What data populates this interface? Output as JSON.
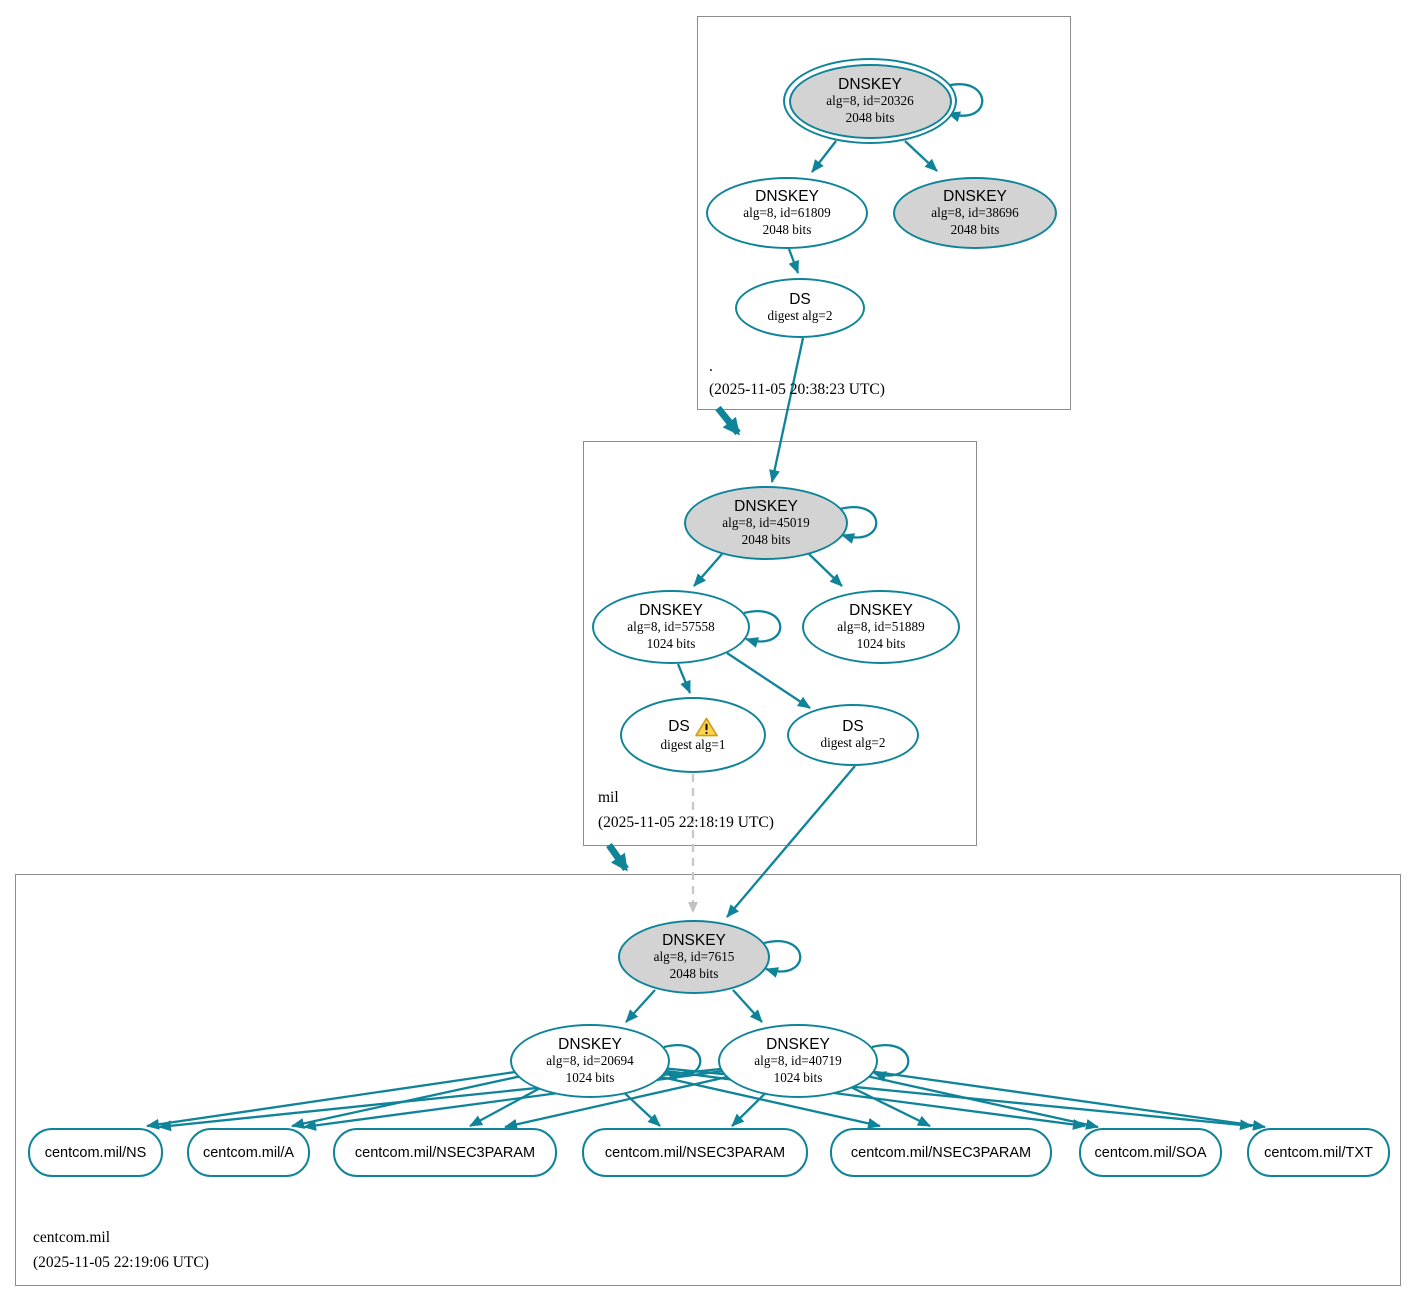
{
  "colors": {
    "secure_teal": "#0f8499",
    "key_gray_fill": "#d3d3d3",
    "warning_yellow": "#ffd34d",
    "insecure_dashed_gray": "#c8c8c8"
  },
  "zones": [
    {
      "label": ".",
      "timestamp": "(2025-11-05 20:38:23 UTC)",
      "nodes": {
        "ksk": {
          "title": "DNSKEY",
          "alg": "alg=8, id=20326",
          "bits": "2048 bits"
        },
        "zsk": {
          "title": "DNSKEY",
          "alg": "alg=8, id=61809",
          "bits": "2048 bits"
        },
        "published": {
          "title": "DNSKEY",
          "alg": "alg=8, id=38696",
          "bits": "2048 bits"
        },
        "ds": {
          "title": "DS",
          "detail": "digest alg=2"
        }
      }
    },
    {
      "label": "mil",
      "timestamp": "(2025-11-05 22:18:19 UTC)",
      "nodes": {
        "ksk": {
          "title": "DNSKEY",
          "alg": "alg=8, id=45019",
          "bits": "2048 bits"
        },
        "zsk1": {
          "title": "DNSKEY",
          "alg": "alg=8, id=57558",
          "bits": "1024 bits"
        },
        "zsk2": {
          "title": "DNSKEY",
          "alg": "alg=8, id=51889",
          "bits": "1024 bits"
        },
        "ds1": {
          "title": "DS",
          "detail": "digest alg=1",
          "warning": true
        },
        "ds2": {
          "title": "DS",
          "detail": "digest alg=2"
        }
      }
    },
    {
      "label": "centcom.mil",
      "timestamp": "(2025-11-05 22:19:06 UTC)",
      "nodes": {
        "ksk": {
          "title": "DNSKEY",
          "alg": "alg=8, id=7615",
          "bits": "2048 bits"
        },
        "zsk1": {
          "title": "DNSKEY",
          "alg": "alg=8, id=20694",
          "bits": "1024 bits"
        },
        "zsk2": {
          "title": "DNSKEY",
          "alg": "alg=8, id=40719",
          "bits": "1024 bits"
        }
      },
      "rrsets": [
        "centcom.mil/NS",
        "centcom.mil/A",
        "centcom.mil/NSEC3PARAM",
        "centcom.mil/NSEC3PARAM",
        "centcom.mil/NSEC3PARAM",
        "centcom.mil/SOA",
        "centcom.mil/TXT"
      ]
    }
  ]
}
